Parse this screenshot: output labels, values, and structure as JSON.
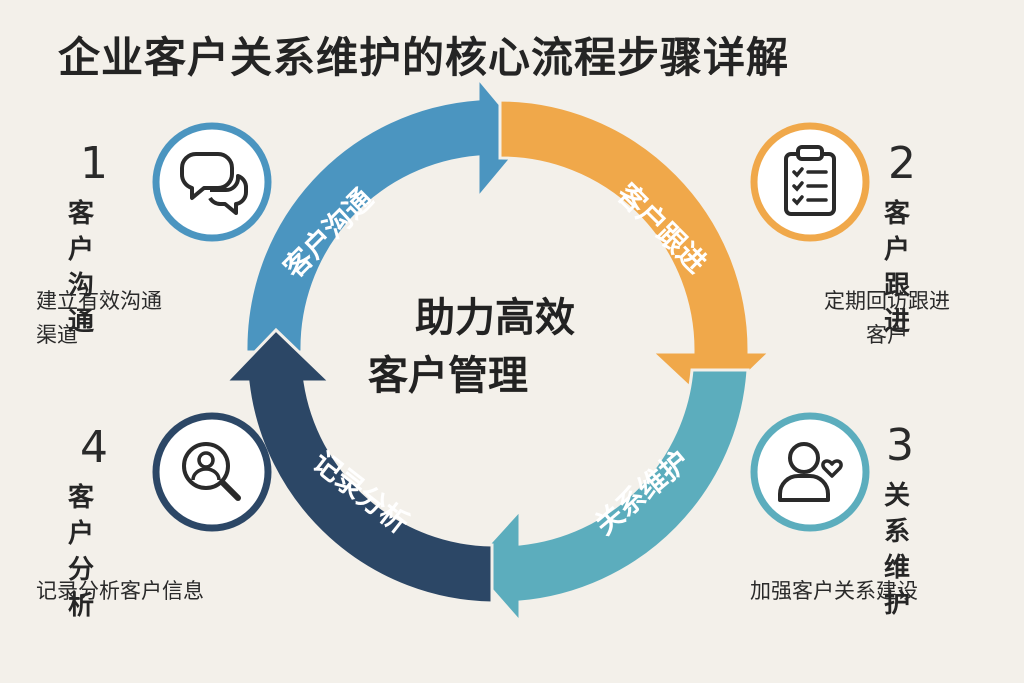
{
  "title": "企业客户关系维护的核心流程步骤详解",
  "center": {
    "line1": "助力高效",
    "line2": "客户管理"
  },
  "colors": {
    "background": "#f3f0ea",
    "blue": "#4b95c0",
    "orange": "#f0a84a",
    "teal": "#5cadbd",
    "navy": "#2c4766"
  },
  "arcs": [
    {
      "text": "客户沟通",
      "color": "#4b95c0"
    },
    {
      "text": "客户跟进",
      "color": "#f0a84a"
    },
    {
      "text": "关系维护",
      "color": "#5cadbd"
    },
    {
      "text": "记录分析",
      "color": "#2c4766"
    }
  ],
  "steps": [
    {
      "number": "1",
      "label1": "客户",
      "label2": "沟通",
      "desc1": "建立有效沟通",
      "desc2": "渠道",
      "icon": "chat-bubbles-icon"
    },
    {
      "number": "2",
      "label1": "客户",
      "label2": "跟进",
      "desc1": "定期回访跟进",
      "desc2": "客户",
      "icon": "clipboard-checklist-icon"
    },
    {
      "number": "3",
      "label1": "关系",
      "label2": "维护",
      "desc1": "加强客户关系建设",
      "icon": "user-heart-icon"
    },
    {
      "number": "4",
      "label1": "客户",
      "label2": "分析",
      "desc1": "记录分析客户信息",
      "icon": "user-search-icon"
    }
  ]
}
